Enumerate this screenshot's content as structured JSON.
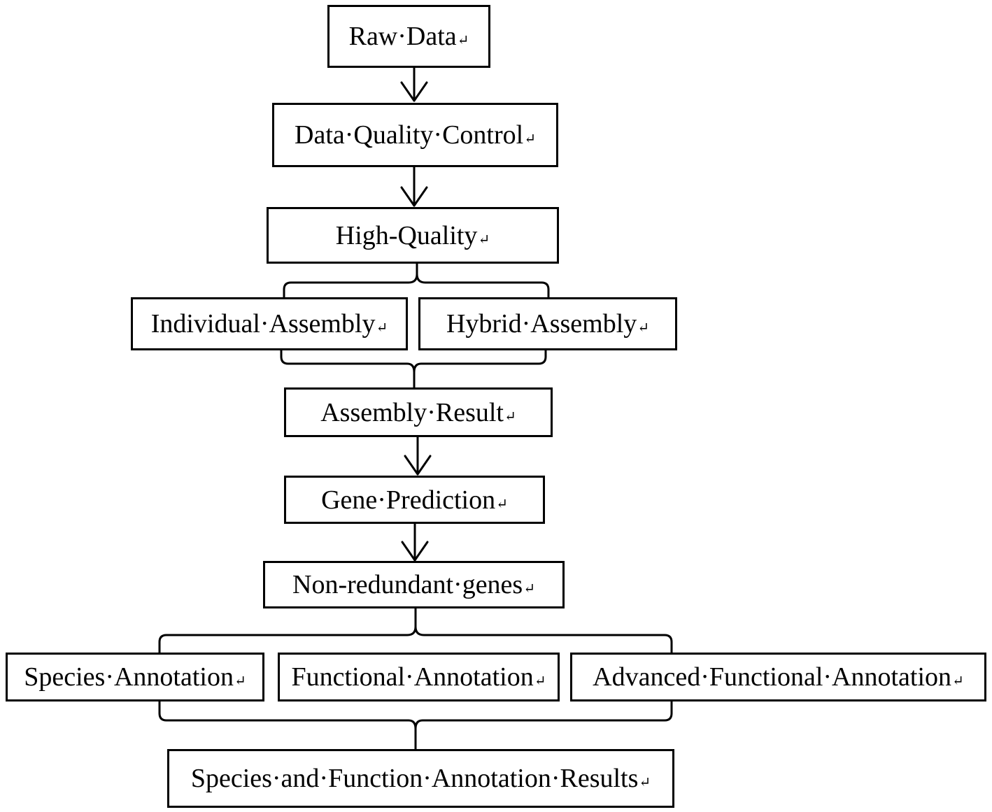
{
  "colors": {
    "stroke": "#000000",
    "background": "#ffffff"
  },
  "paragraph_mark": "↵",
  "nodes": {
    "raw_data": "Raw·Data",
    "data_quality_control": "Data·Quality·Control",
    "high_quality": "High-Quality",
    "individual_assembly": "Individual·Assembly",
    "hybrid_assembly": "Hybrid·Assembly",
    "assembly_result": "Assembly·Result",
    "gene_prediction": "Gene·Prediction",
    "non_redundant_genes": "Non-redundant·genes",
    "species_annotation": "Species·Annotation",
    "functional_annotation": "Functional·Annotation",
    "advanced_functional_annotation": "Advanced·Functional·Annotation",
    "species_and_function_results": "Species·and·Function·Annotation·Results"
  }
}
